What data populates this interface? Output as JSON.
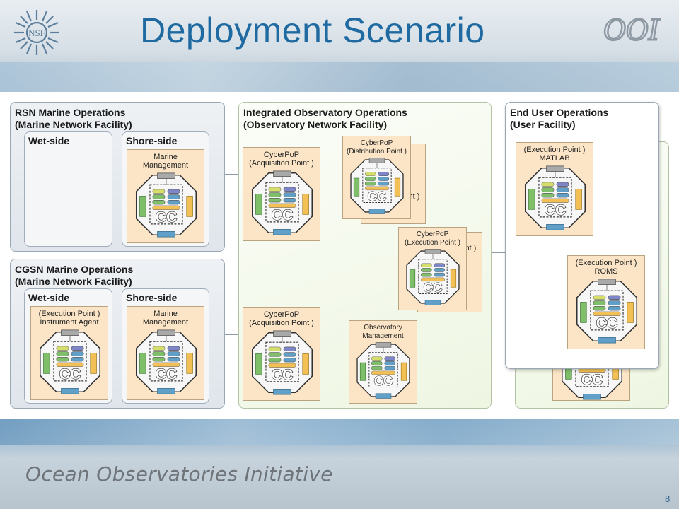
{
  "title": "Deployment Scenario",
  "footer": "Ocean Observatories Initiative",
  "page_number": "8",
  "logos": {
    "nsf": "NSF",
    "ooi": "OOI"
  },
  "node_glyph": "CC",
  "rsn": {
    "title_line1": "RSN Marine Operations",
    "title_line2": "(Marine Network Facility)",
    "wet": "Wet-side",
    "shore": "Shore-side",
    "shore_card_line1": "Marine",
    "shore_card_line2": "Management"
  },
  "cgsn": {
    "title_line1": "CGSN Marine Operations",
    "title_line2": "(Marine Network Facility)",
    "wet": "Wet-side",
    "shore": "Shore-side",
    "wet_card_line1": "(Execution Point )",
    "wet_card_line2": "Instrument Agent",
    "shore_card_line1": "Marine",
    "shore_card_line2": "Management"
  },
  "integrated": {
    "title_line1": "Integrated Observatory Operations",
    "title_line2": "(Observatory Network Facility)",
    "acq1_line1": "CyberPoP",
    "acq1_line2": "(Acquisition Point )",
    "dist_line1": "CyberPoP",
    "dist_line2": "(Distribution Point )",
    "dist_back": "oint )",
    "exec_line1": "CyberPoP",
    "exec_line2": "(Execution Point )",
    "exec_back": "int )",
    "acq2_line1": "CyberPoP",
    "acq2_line2": "(Acquisition Point )",
    "obs_line1": "Observatory",
    "obs_line2": "Management"
  },
  "enduser": {
    "title_line1": "End User Operations",
    "title_line2": "(User Facility)",
    "matlab_line1": "(Execution Point )",
    "matlab_line2": "MATLAB",
    "roms_line1": "(Execution Point )",
    "roms_line2": "ROMS"
  },
  "colors": {
    "title": "#1f6aa0",
    "card_fill": "#fbe5c6",
    "node_green": "#7fbf6a",
    "node_blue": "#5f9fc8",
    "node_yellow": "#f3c055",
    "node_purple": "#7f86c8"
  }
}
